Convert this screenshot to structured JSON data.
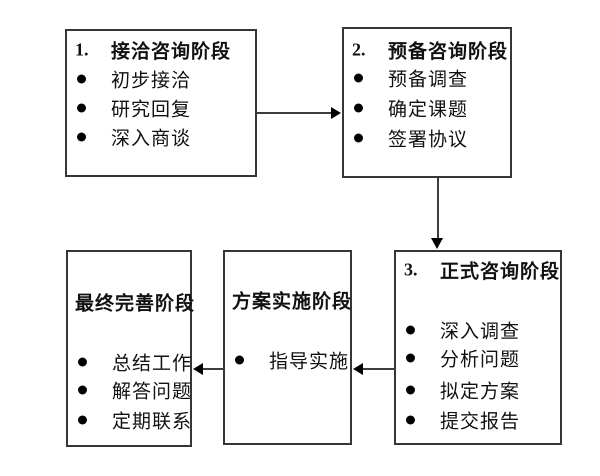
{
  "diagram": {
    "type": "flowchart",
    "background_color": "#ffffff",
    "box_border_color": "#363636",
    "line_color": "#3d3d3d",
    "text_color": "#111111",
    "bullet_color": "#000000",
    "stages": [
      {
        "number": "1.",
        "title": "接洽咨询阶段",
        "items": [
          "初步接洽",
          "研究回复",
          "深入商谈"
        ]
      },
      {
        "number": "2.",
        "title": "预备咨询阶段",
        "items": [
          "预备调查",
          "确定课题",
          "签署协议"
        ]
      },
      {
        "number": "3.",
        "title": "正式咨询阶段",
        "items": [
          "深入调查",
          "分析问题",
          "拟定方案",
          "提交报告"
        ]
      },
      {
        "number": "",
        "title": "方案实施阶段",
        "items": [
          "指导实施"
        ]
      },
      {
        "number": "",
        "title": "最终完善阶段",
        "items": [
          "总结工作",
          "解答问题",
          "定期联系"
        ]
      }
    ],
    "connections": [
      {
        "from": "接洽咨询阶段",
        "to": "预备咨询阶段",
        "direction": "right"
      },
      {
        "from": "预备咨询阶段",
        "to": "正式咨询阶段",
        "direction": "down"
      },
      {
        "from": "正式咨询阶段",
        "to": "方案实施阶段",
        "direction": "left"
      },
      {
        "from": "方案实施阶段",
        "to": "最终完善阶段",
        "direction": "left"
      }
    ]
  }
}
